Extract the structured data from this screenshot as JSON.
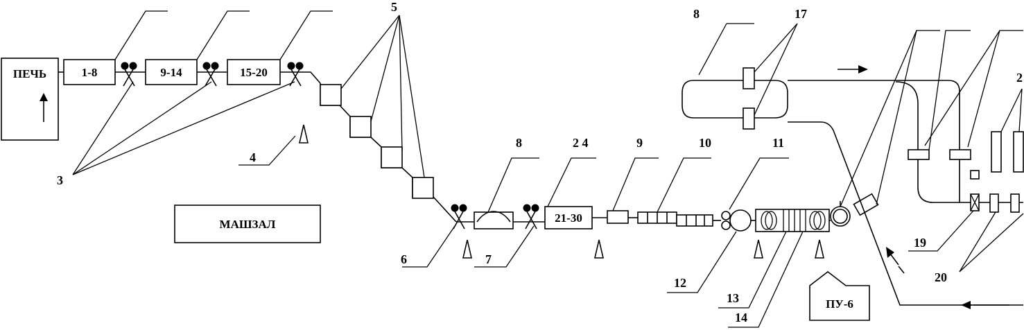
{
  "blocks": {
    "furnace": "ПЕЧЬ",
    "stands_1": "1-8",
    "stands_2": "9-14",
    "stands_3": "15-20",
    "stands_4": "21-30",
    "machine_hall": "МАШЗАЛ",
    "control_post": "ПУ-6"
  },
  "callouts": {
    "n2": "2",
    "n3": "3",
    "n4": "4",
    "n5": "5",
    "n6": "6",
    "n7": "7",
    "n8a": "8",
    "n8b": "8",
    "n9": "9",
    "n10": "10",
    "n11": "11",
    "n12": "12",
    "n13": "13",
    "n14": "14",
    "n17": "17",
    "n19": "19",
    "n20": "20",
    "n24": "2 4"
  }
}
